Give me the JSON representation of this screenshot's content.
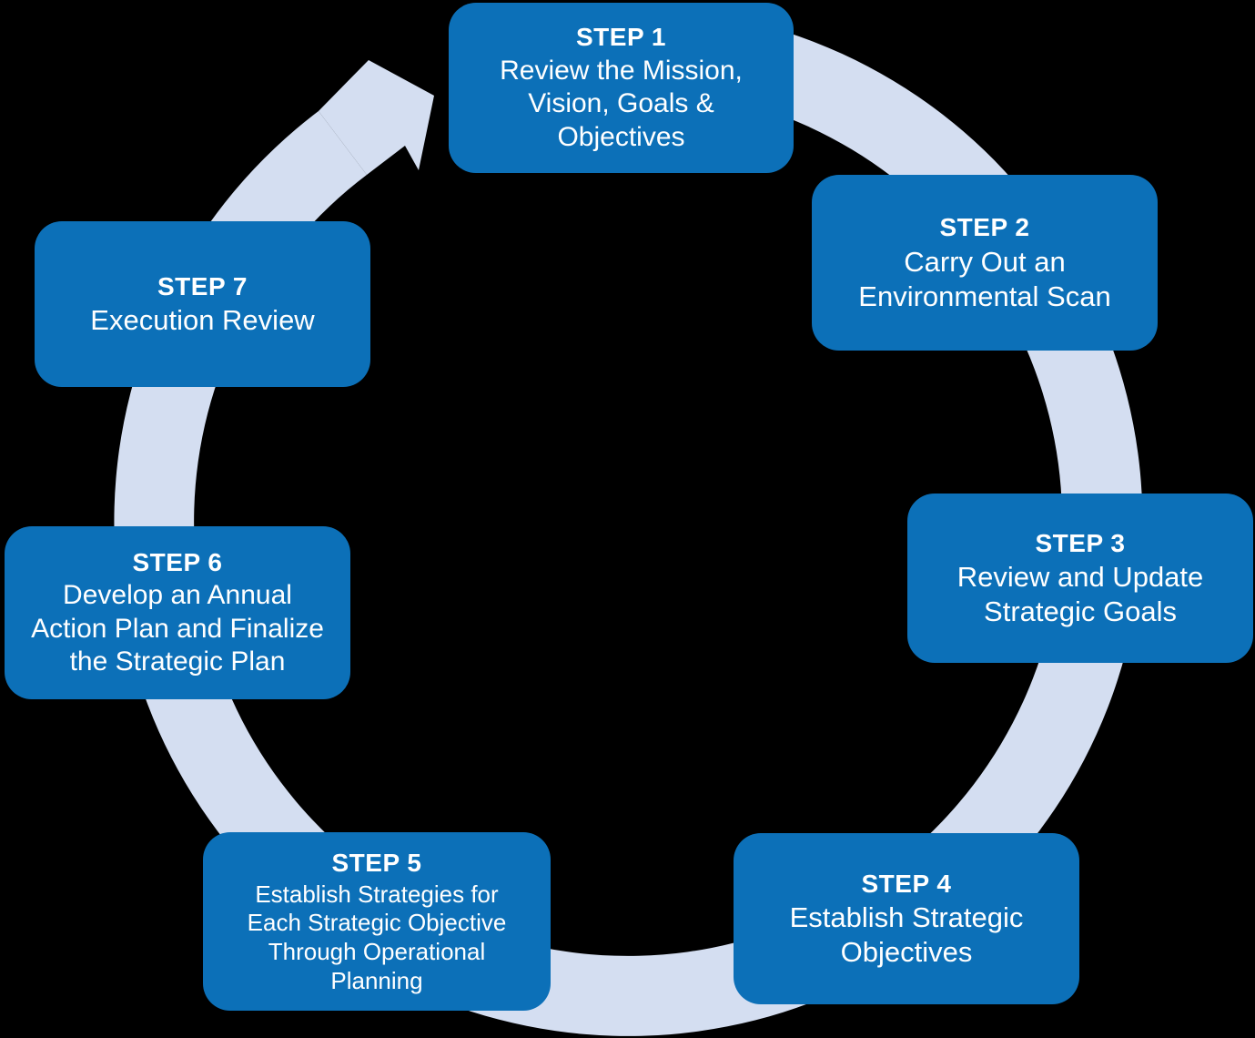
{
  "colors": {
    "background": "#000000",
    "box_fill": "#0C70B8",
    "ring_fill": "#D4DEF1",
    "text": "#FFFFFF"
  },
  "diagram": {
    "type": "cycle",
    "direction": "clockwise",
    "step_count": 7
  },
  "steps": [
    {
      "label": "STEP 1",
      "description": "Review the Mission,\nVision, Goals &\nObjectives"
    },
    {
      "label": "STEP 2",
      "description": "Carry Out an\nEnvironmental Scan"
    },
    {
      "label": "STEP 3",
      "description": "Review and Update\nStrategic Goals"
    },
    {
      "label": "STEP 4",
      "description": "Establish Strategic\nObjectives"
    },
    {
      "label": "STEP 5",
      "description": "Establish Strategies for\nEach Strategic Objective\nThrough Operational\nPlanning"
    },
    {
      "label": "STEP 6",
      "description": "Develop an Annual\nAction Plan and Finalize\nthe Strategic Plan"
    },
    {
      "label": "STEP 7",
      "description": "Execution Review"
    }
  ]
}
